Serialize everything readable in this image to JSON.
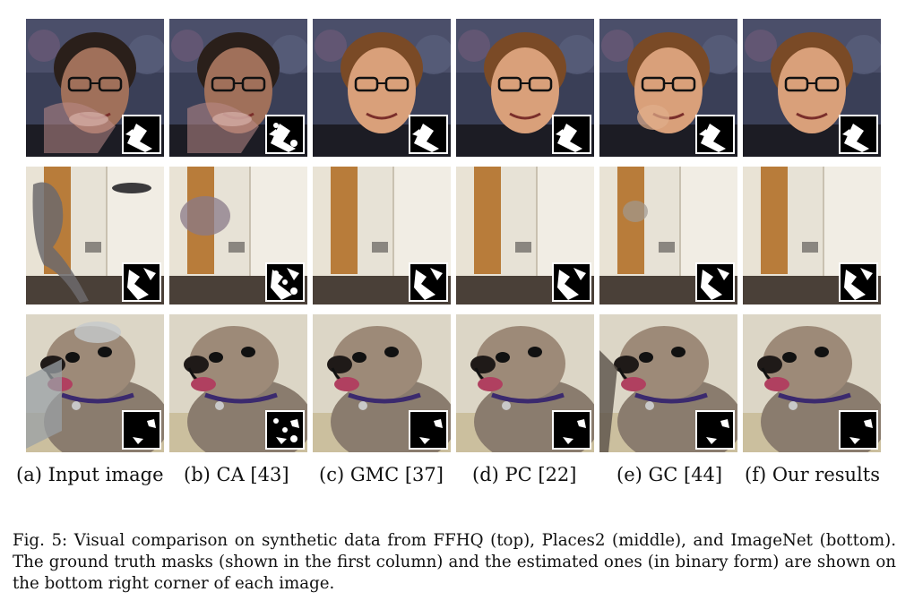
{
  "figure": {
    "columns": [
      {
        "label": "(a) Input image"
      },
      {
        "label": "(b) CA [43]"
      },
      {
        "label": "(c) GMC [37]"
      },
      {
        "label": "(d) PC [22]"
      },
      {
        "label": "(e) GC [44]"
      },
      {
        "label": "(f) Our results"
      }
    ],
    "rows": [
      {
        "subject": "face"
      },
      {
        "subject": "door"
      },
      {
        "subject": "pug"
      }
    ]
  },
  "caption": {
    "prefix": "Fig. 5:",
    "text": "Visual comparison on synthetic data from FFHQ (top), Places2 (middle), and ImageNet (bottom). The ground truth masks (shown in the first column) and the estimated ones (in binary form) are shown on the bottom right corner of each image."
  }
}
